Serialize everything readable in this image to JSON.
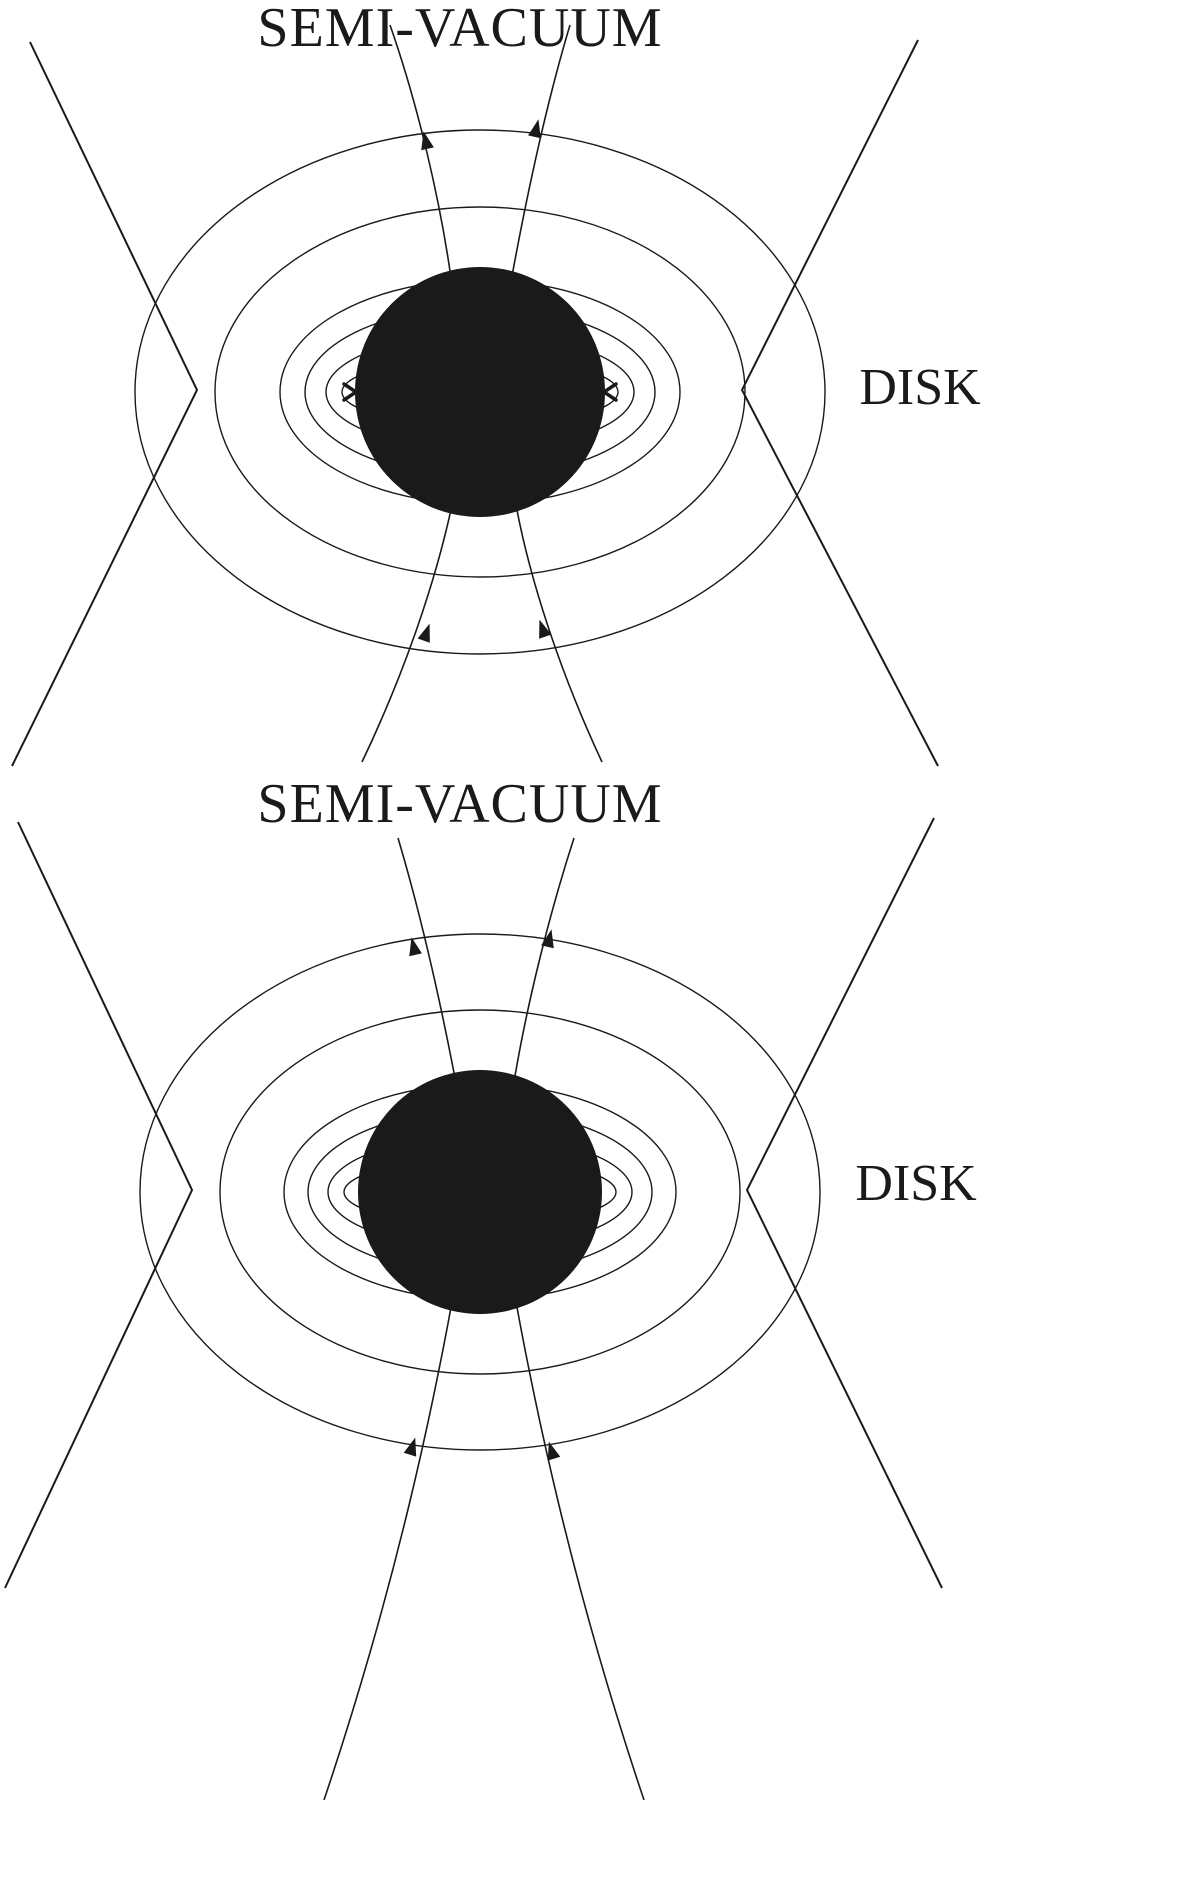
{
  "figure": {
    "colors": {
      "background": "#ffffff",
      "ink": "#1a1a1a"
    },
    "panels": [
      {
        "vacuum_label": "SEMI-VACUUM",
        "disk_label": "DISK"
      },
      {
        "vacuum_label": "SEMI-VACUUM",
        "disk_label": "DISK"
      }
    ]
  }
}
